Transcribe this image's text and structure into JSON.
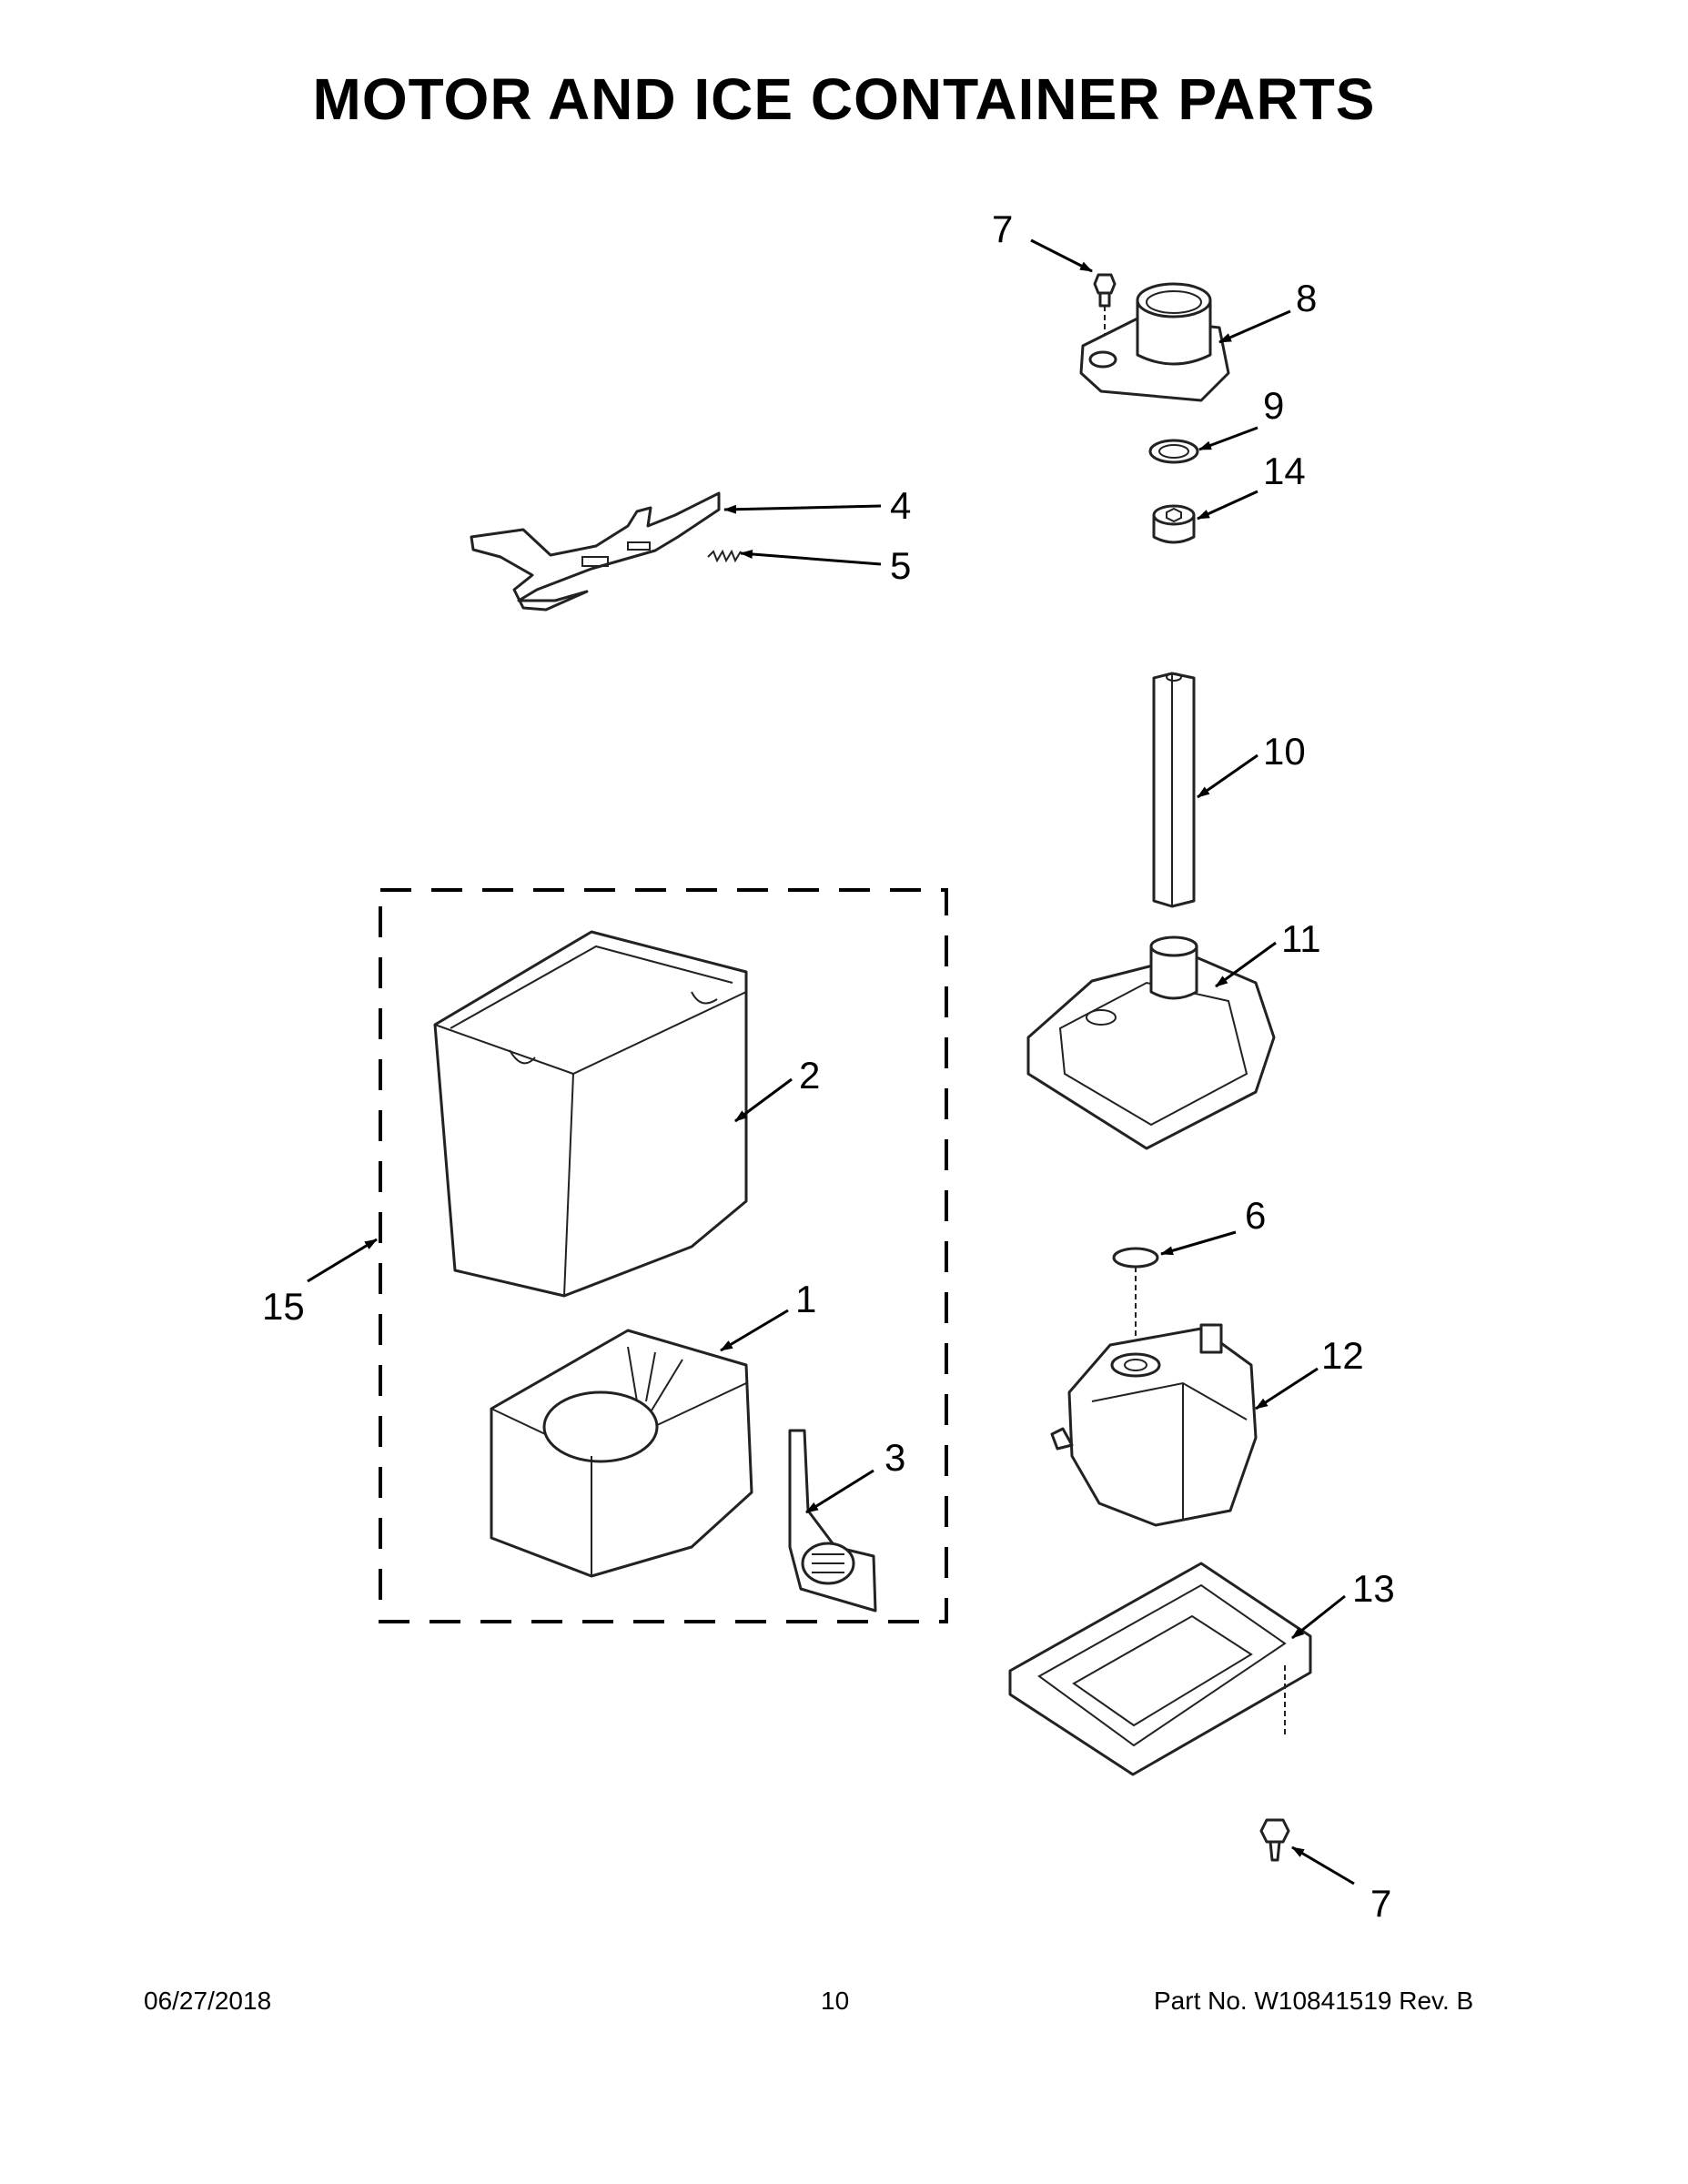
{
  "title": "MOTOR AND ICE CONTAINER PARTS",
  "callouts": [
    "7",
    "8",
    "9",
    "14",
    "4",
    "5",
    "10",
    "11",
    "2",
    "6",
    "15",
    "1",
    "12",
    "3",
    "13",
    "7"
  ],
  "footer": {
    "date": "06/27/2018",
    "page": "10",
    "part_no": "Part No.  W10841519  Rev.  B"
  }
}
